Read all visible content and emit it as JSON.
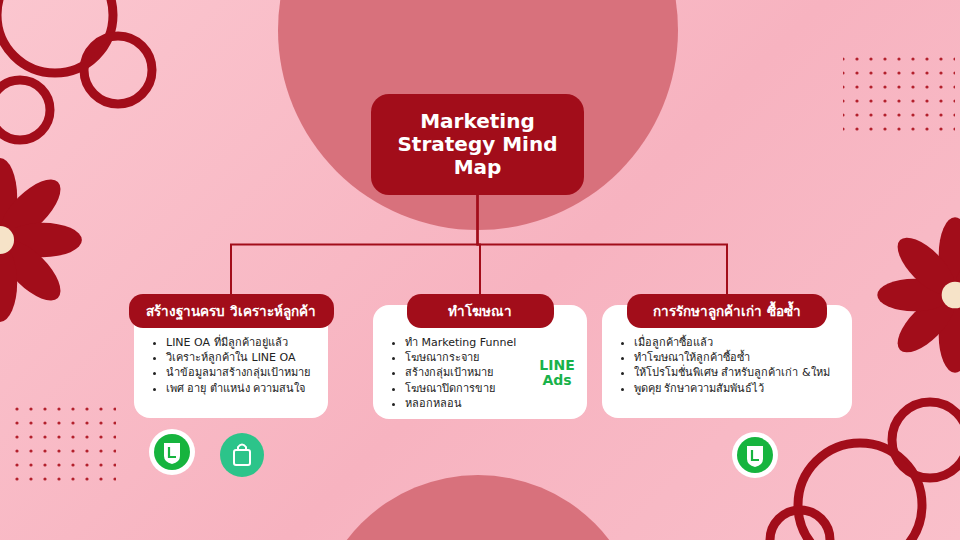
{
  "diagram": {
    "nodes": [
      {
        "text": [
          "Marketing Strategy Mind Map"
        ]
      },
      {
        "text": [
          "LINE OA ที่มีลูกค้าอยู่แล้ว",
          "วิเคราะห์ลูกค้าใน LINE OA",
          "นำข้อมูลมาสร้างกลุ่มเป้าหมาย",
          "เพศ อายุ ตำแหน่ง ความสนใจ"
        ]
      },
      {
        "text": [
          "สร้างฐานครบ วิเคราะห์ลูกค้า"
        ],
        "in": 1
      },
      {
        "text": [
          "ทำ Marketing Funnel",
          "โฆษณากระจาย",
          "สร้างกลุ่มเป้าหมาย",
          "โฆษณาปิดการขาย",
          "หลอกหลอน",
          "LINE Ads"
        ]
      },
      {
        "text": [
          "ทำโฆษณา"
        ],
        "in": 3
      },
      {
        "text": [
          "เมื่อลูกค้าซื้อแล้ว",
          "ทำโฆษณาให้ลูกค้าซื้อซ้ำ",
          "ให้โปรโมชั่นพิเศษ สำหรับลูกค้าเก่า &ใหม่",
          "พูดคุย รักษาความสัมพันธ์ไว้"
        ]
      },
      {
        "text": [
          "การรักษาลูกค้าเก่า ซื้อซ้ำ"
        ],
        "in": 5
      }
    ],
    "edges": [
      {
        "from": 0,
        "to": 2,
        "arrow": "none"
      },
      {
        "from": 0,
        "to": 4,
        "arrow": "none"
      },
      {
        "from": 0,
        "to": 6,
        "arrow": "none"
      }
    ]
  }
}
